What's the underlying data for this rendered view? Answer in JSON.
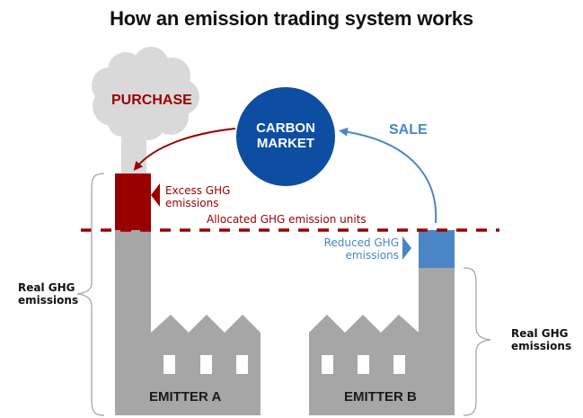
{
  "title": "How an emission trading system works",
  "colors": {
    "red": "#990000",
    "blue": "#4A86C5",
    "market_blue": "#0D4EA2",
    "grey": "#A6A6A6",
    "cloud": "#D9D9D9",
    "brace": "#A6A6A6"
  },
  "market": {
    "line1": "CARBON",
    "line2": "MARKET"
  },
  "flows": {
    "purchase": "PURCHASE",
    "sale": "SALE"
  },
  "allocated_line_label": "Allocated GHG emission units",
  "emitter_a": {
    "name": "EMITTER A",
    "excess_label_line1": "Excess GHG",
    "excess_label_line2": "emissions",
    "real_label_line1": "Real GHG",
    "real_label_line2": "emissions"
  },
  "emitter_b": {
    "name": "EMITTER B",
    "reduced_label_line1": "Reduced GHG",
    "reduced_label_line2": "emissions",
    "real_label_line1": "Real GHG",
    "real_label_line2": "emissions"
  },
  "icons": {
    "cloud": "smoke-cloud-icon",
    "factory_a": "factory-icon",
    "factory_b": "factory-icon"
  }
}
